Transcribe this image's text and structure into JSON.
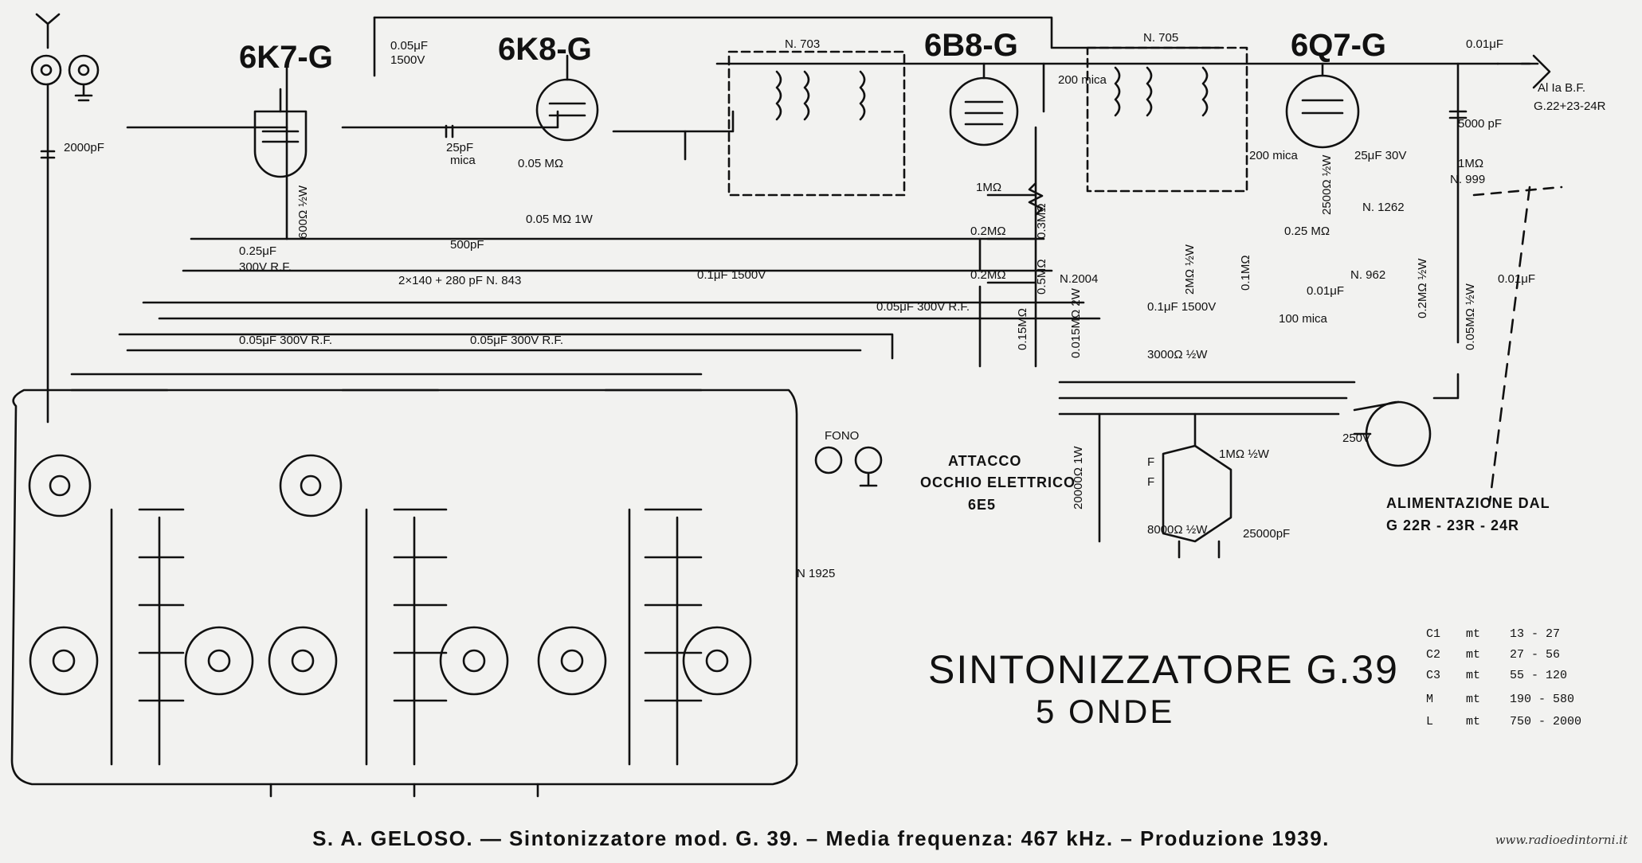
{
  "tubes": {
    "rf": "6K7-G",
    "mixer": "6K8-G",
    "if": "6B8-G",
    "af": "6Q7-G"
  },
  "transformers": {
    "if1": "N. 703",
    "if2": "N. 705",
    "coil_assembly": "N 1925"
  },
  "component_labels": {
    "cap_2000pf": "2000pF",
    "cap_005_1500": "0.05μF",
    "volt_1500": "1500V",
    "cap_25pf": "25pF",
    "mica": "mica",
    "res_005m": "0.05 MΩ",
    "res_600": "600Ω ½W",
    "cap_025": "0.25μF",
    "volt_300rf": "300V R.F.",
    "cap_500pf": "500pF",
    "res_005m_1w": "0.05 MΩ 1W",
    "gang": "2×140 + 280 pF N. 843",
    "cap_005_300": "0.05μF 300V R.F.",
    "cap_01_1500": "0.1μF 1500V",
    "res_1m": "1MΩ",
    "res_02m": "0.2MΩ",
    "res_03m": "0.3MΩ",
    "res_05m": "0.5MΩ",
    "n2004": "N.2004",
    "res_015": "0.15MΩ",
    "res_0015": "0.015MΩ 2W",
    "res_3000": "3000Ω ½W",
    "cap_200": "200 mica",
    "cap_001": "0.01μF",
    "cap_5000": "5000 pF",
    "n999": "N. 999",
    "n962": "N. 962",
    "cap_25_30": "25μF 30V",
    "res_2500": "2500Ω ½W",
    "n1262": "N. 1262",
    "res_2m": "2MΩ ½W",
    "res_01m": "0.1MΩ",
    "res_025": "0.25 MΩ",
    "cap_100": "100 mica",
    "res_005m_b": "0.05MΩ ½W",
    "res_02m_b": "0.2MΩ ½W",
    "out_line1": "Al Ia B.F.",
    "out_line2": "G.22+23-24R",
    "res_20000": "20000Ω 1W",
    "res_8000": "8000Ω ½W",
    "cap_25000": "25000pF",
    "res_1mb": "1MΩ ½W",
    "fono": "FONO",
    "v250": "250V",
    "f1": "F",
    "f2": "F"
  },
  "annotations": {
    "tuning_eye_l1": "ATTACCO",
    "tuning_eye_l2": "OCCHIO ELETTRICO",
    "tuning_eye_l3": "6E5",
    "power_l1": "ALIMENTAZIONE DAL",
    "power_l2": "G 22R - 23R - 24R"
  },
  "title": {
    "main": "SINTONIZZATORE G.39",
    "sub": "5 ONDE"
  },
  "bands": [
    {
      "code": "C1",
      "unit": "mt",
      "range": "13 - 27"
    },
    {
      "code": "C2",
      "unit": "mt",
      "range": "27 - 56"
    },
    {
      "code": "C3",
      "unit": "mt",
      "range": "55 - 120"
    },
    {
      "code": "M",
      "unit": "mt",
      "range": "190 - 580"
    },
    {
      "code": "L",
      "unit": "mt",
      "range": "750 - 2000"
    }
  ],
  "caption": "S. A. GELOSO. — Sintonizzatore mod. G. 39. – Media frequenza: 467 kHz. – Produzione 1939.",
  "watermark": "www.radioedintorni.it"
}
